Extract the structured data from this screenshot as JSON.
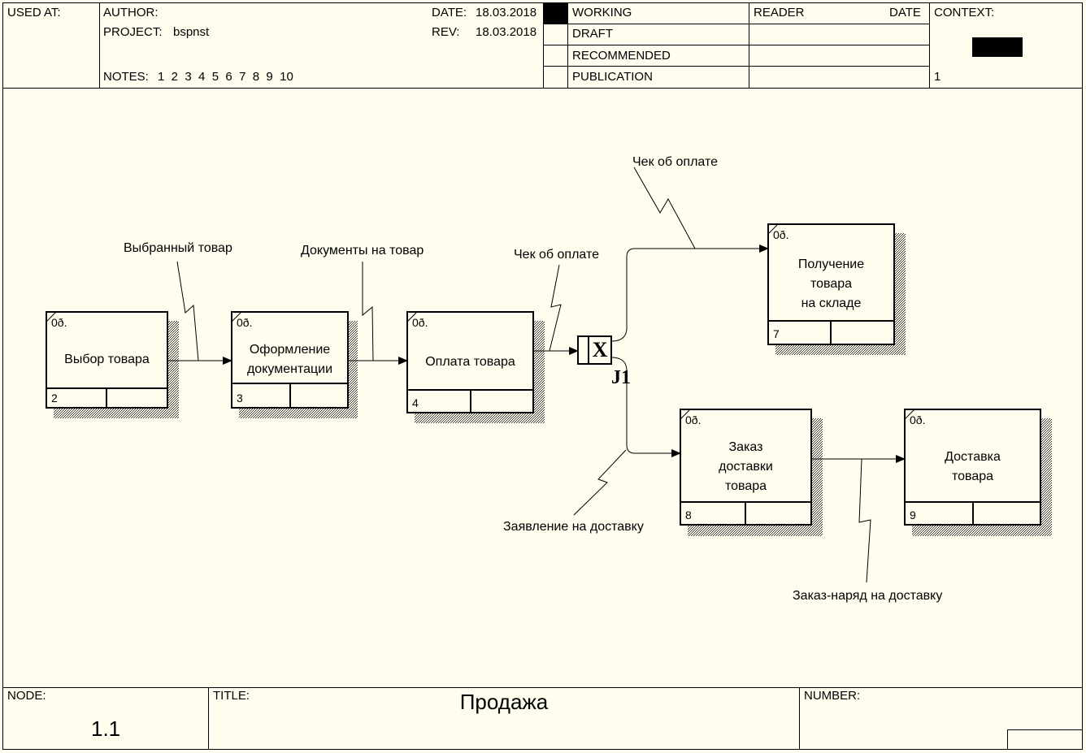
{
  "header": {
    "used_at": "USED AT:",
    "author_label": "AUTHOR:",
    "project_label": "PROJECT:",
    "project_value": "bspnst",
    "notes_label": "NOTES:",
    "notes_values": "1  2  3  4  5  6  7  8  9  10",
    "date_label": "DATE:",
    "date_value": "18.03.2018",
    "rev_label": "REV:",
    "rev_value": "18.03.2018",
    "status": [
      "WORKING",
      "DRAFT",
      "RECOMMENDED",
      "PUBLICATION"
    ],
    "reader_label": "READER",
    "reader_date_label": "DATE",
    "context_label": "CONTEXT:",
    "context_value": "1"
  },
  "diagram": {
    "boxes": [
      {
        "id": "b2",
        "title": "Выбор товара",
        "code": "0ð.",
        "number": "2"
      },
      {
        "id": "b3",
        "title": "Оформление\nдокументации",
        "code": "0ð.",
        "number": "3"
      },
      {
        "id": "b4",
        "title": "Оплата товара",
        "code": "0ð.",
        "number": "4"
      },
      {
        "id": "b7",
        "title": "Получение\nтовара\nна складе",
        "code": "0ð.",
        "number": "7"
      },
      {
        "id": "b8",
        "title": "Заказ\nдоставки\nтовара",
        "code": "0ð.",
        "number": "8"
      },
      {
        "id": "b9",
        "title": "Доставка\nтовара",
        "code": "0ð.",
        "number": "9"
      }
    ],
    "arrows": [
      {
        "label": "Выбранный товар"
      },
      {
        "label": "Документы на товар"
      },
      {
        "label": "Чек об оплате"
      },
      {
        "label": "Чек об оплате"
      },
      {
        "label": "Заявление на доставку"
      },
      {
        "label": "Заказ-наряд на доставку"
      }
    ],
    "junction": {
      "symbol": "X",
      "label": "J1"
    }
  },
  "footer": {
    "node_label": "NODE:",
    "node_value": "1.1",
    "title_label": "TITLE:",
    "title_value": "Продажа",
    "number_label": "NUMBER:"
  },
  "colors": {
    "background": "#fffdee",
    "line": "#000000",
    "shadow_pattern": "#555555"
  }
}
